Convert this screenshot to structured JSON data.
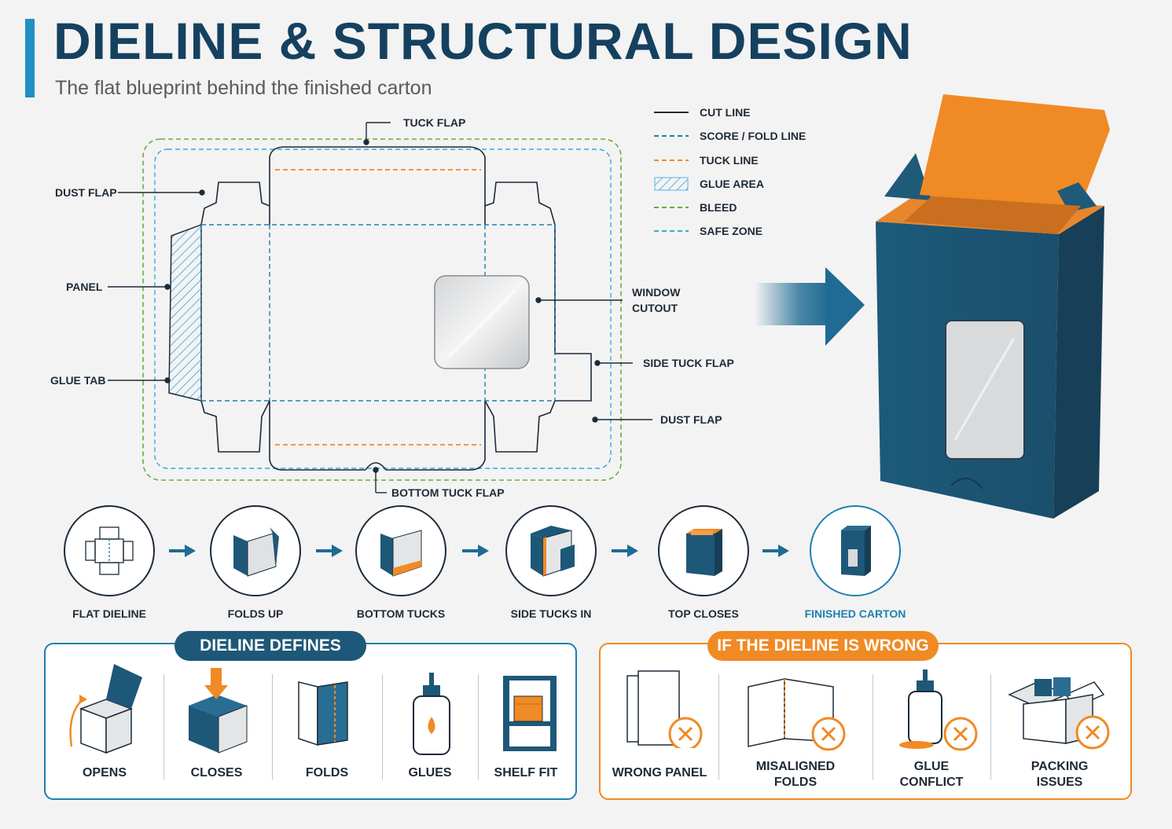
{
  "header": {
    "title": "DIELINE & STRUCTURAL DESIGN",
    "subtitle": "The flat blueprint behind the finished carton"
  },
  "dieline_labels": {
    "tuck_flap": "TUCK FLAP",
    "dust_flap_left": "DUST FLAP",
    "panel": "PANEL",
    "glue_tab": "GLUE TAB",
    "window_cutout_line1": "WINDOW",
    "window_cutout_line2": "CUTOUT",
    "side_tuck_flap": "SIDE TUCK FLAP",
    "dust_flap_right": "DUST FLAP",
    "bottom_tuck_flap": "BOTTOM TUCK FLAP"
  },
  "legend": [
    {
      "label": "CUT LINE",
      "style": "solid",
      "color": "#1c2b3a"
    },
    {
      "label": "SCORE / FOLD LINE",
      "style": "dashed",
      "color": "#1f7fb0"
    },
    {
      "label": "TUCK LINE",
      "style": "dashed",
      "color": "#f08a24"
    },
    {
      "label": "GLUE AREA",
      "style": "hatch",
      "color": "#5fb2de"
    },
    {
      "label": "BLEED",
      "style": "dashed",
      "color": "#6aab3e"
    },
    {
      "label": "SAFE ZONE",
      "style": "dashed",
      "color": "#3aa6d8"
    }
  ],
  "steps": [
    {
      "label": "FLAT DIELINE"
    },
    {
      "label": "FOLDS UP"
    },
    {
      "label": "BOTTOM TUCKS"
    },
    {
      "label": "SIDE TUCKS IN"
    },
    {
      "label": "TOP CLOSES"
    },
    {
      "label": "FINISHED CARTON"
    }
  ],
  "defines": {
    "title": "DIELINE DEFINES",
    "items": [
      {
        "label": "OPENS",
        "icon": "open-box-icon"
      },
      {
        "label": "CLOSES",
        "icon": "closed-box-icon"
      },
      {
        "label": "FOLDS",
        "icon": "fold-panel-icon"
      },
      {
        "label": "GLUES",
        "icon": "glue-bottle-icon"
      },
      {
        "label": "SHELF FIT",
        "icon": "shelf-icon"
      }
    ]
  },
  "wrong": {
    "title": "IF THE DIELINE IS WRONG",
    "items": [
      {
        "label_1": "WRONG PANEL",
        "label_2": "",
        "icon": "wrong-panel-icon"
      },
      {
        "label_1": "MISALIGNED",
        "label_2": "FOLDS",
        "icon": "misaligned-folds-icon"
      },
      {
        "label_1": "GLUE",
        "label_2": "CONFLICT",
        "icon": "glue-conflict-icon"
      },
      {
        "label_1": "PACKING",
        "label_2": "ISSUES",
        "icon": "packing-issues-icon"
      }
    ]
  },
  "colors": {
    "navy": "#15415f",
    "carton_blue": "#1e5878",
    "accent_blue": "#1f7fb0",
    "orange": "#f08a24"
  }
}
